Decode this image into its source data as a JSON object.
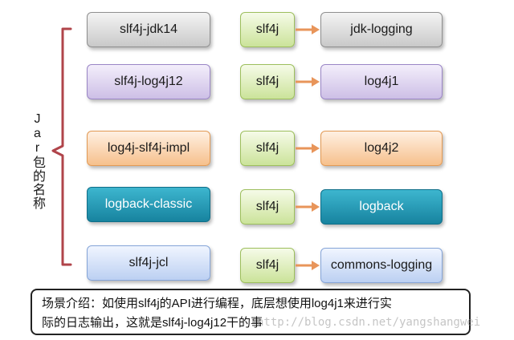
{
  "side_label": "Jar包的名称",
  "rows": [
    {
      "jar": "slf4j-jdk14",
      "api": "slf4j",
      "impl": "jdk-logging"
    },
    {
      "jar": "slf4j-log4j12",
      "api": "slf4j",
      "impl": "log4j1"
    },
    {
      "jar": "log4j-slf4j-impl",
      "api": "slf4j",
      "impl": "log4j2"
    },
    {
      "jar": "logback-classic",
      "api": "slf4j",
      "impl": "logback"
    },
    {
      "jar": "slf4j-jcl",
      "api": "slf4j",
      "impl": "commons-logging"
    }
  ],
  "caption": {
    "line1": "场景介绍：如使用slf4j的API进行编程，底层想使用log4j1来进行实",
    "line2": "际的日志输出，这就是slf4j-log4j12干的事"
  },
  "watermark": "http://blog.csdn.net/yangshangwei",
  "colors": {
    "bracket": "#b0444a",
    "arrow": "#e8955a",
    "row_themes": [
      "gray",
      "purple",
      "orange",
      "teal",
      "blue"
    ]
  }
}
